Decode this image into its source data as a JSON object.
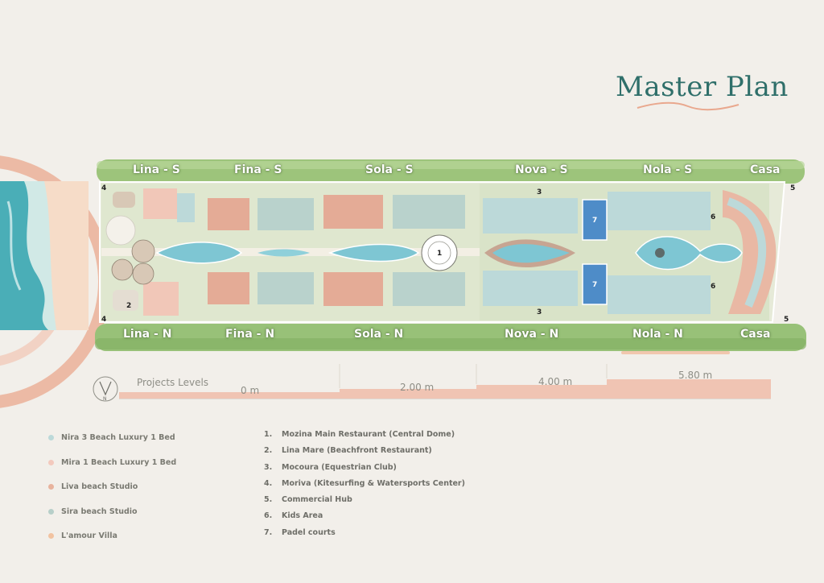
{
  "title": "Master Plan",
  "zones_south": [
    "Lina - S",
    "Fina - S",
    "Sola - S",
    "Nova - S",
    "Nola - S",
    "Casa"
  ],
  "zones_north": [
    "Lina - N",
    "Fina - N",
    "Sola - N",
    "Nova - N",
    "Nola - N",
    "Casa"
  ],
  "map_numbers": {
    "n1": "1",
    "n2": "2",
    "n3a": "3",
    "n3b": "3",
    "n4a": "4",
    "n4b": "4",
    "n5a": "5",
    "n5b": "5",
    "n6a": "6",
    "n6b": "6",
    "n7a": "7",
    "n7b": "7"
  },
  "compass_label": "N",
  "levels": {
    "title": "Projects Levels",
    "steps": [
      "0 m",
      "2.00 m",
      "4.00 m",
      "5.80 m"
    ]
  },
  "legend": [
    {
      "label": "Nira 3 Beach Luxury 1 Bed",
      "color": "#bcd9d9"
    },
    {
      "label": "Mira 1 Beach Luxury 1 Bed",
      "color": "#f3c9bd"
    },
    {
      "label": "Liva beach Studio",
      "color": "#e8b39d"
    },
    {
      "label": "Sira beach Studio",
      "color": "#b7cfc9"
    },
    {
      "label": "L'amour Villa",
      "color": "#f2c3a1"
    }
  ],
  "amenities": [
    {
      "num": "1.",
      "label": "Mozina Main Restaurant (Central Dome)"
    },
    {
      "num": "2.",
      "label": "Lina Mare (Beachfront Restaurant)"
    },
    {
      "num": "3.",
      "label": "Mocoura (Equestrian Club)"
    },
    {
      "num": "4.",
      "label": "Moriva (Kitesurfing & Watersports Center)"
    },
    {
      "num": "5.",
      "label": "Commercial Hub"
    },
    {
      "num": "6.",
      "label": "Kids Area"
    },
    {
      "num": "7.",
      "label": "Padel courts"
    }
  ],
  "colors": {
    "title": "#2f6f6a",
    "accent_salmon": "#e9a88e",
    "level_bar": "#f0c4b3",
    "sea": "#55b5bd",
    "greenery": "#9cc47c",
    "pool": "#7ec6d3"
  }
}
